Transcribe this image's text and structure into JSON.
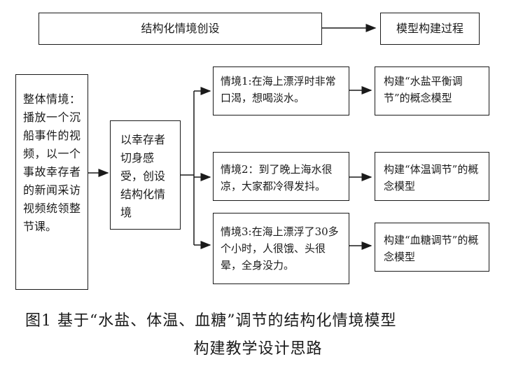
{
  "top": {
    "main_box": "结构化情境创设",
    "right_box": "模型构建过程"
  },
  "overall": "整体情境：播放一个沉船事件的视频，以一个事故幸存者的新闻采访视频统领整节课。",
  "middle": "以幸存者切身感受，创设结构化情境",
  "situations": [
    {
      "text": "情境1:在海上漂浮时非常口渴，想喝淡水。",
      "model": "构建“水盐平衡调节”的概念模型"
    },
    {
      "text": "情境2：到了晚上海水很凉，大家都冷得发抖。",
      "model": "构建“体温调节”的概念模型"
    },
    {
      "text": "情境3:在海上漂浮了30多个小时，人很饿、头很晕，全身没力。",
      "model": "构建“血糖调节”的概念模型"
    }
  ],
  "caption": {
    "line1": "图1  基于“水盐、体温、血糖”调节的结构化情境模型",
    "line2": "构建教学设计思路"
  }
}
